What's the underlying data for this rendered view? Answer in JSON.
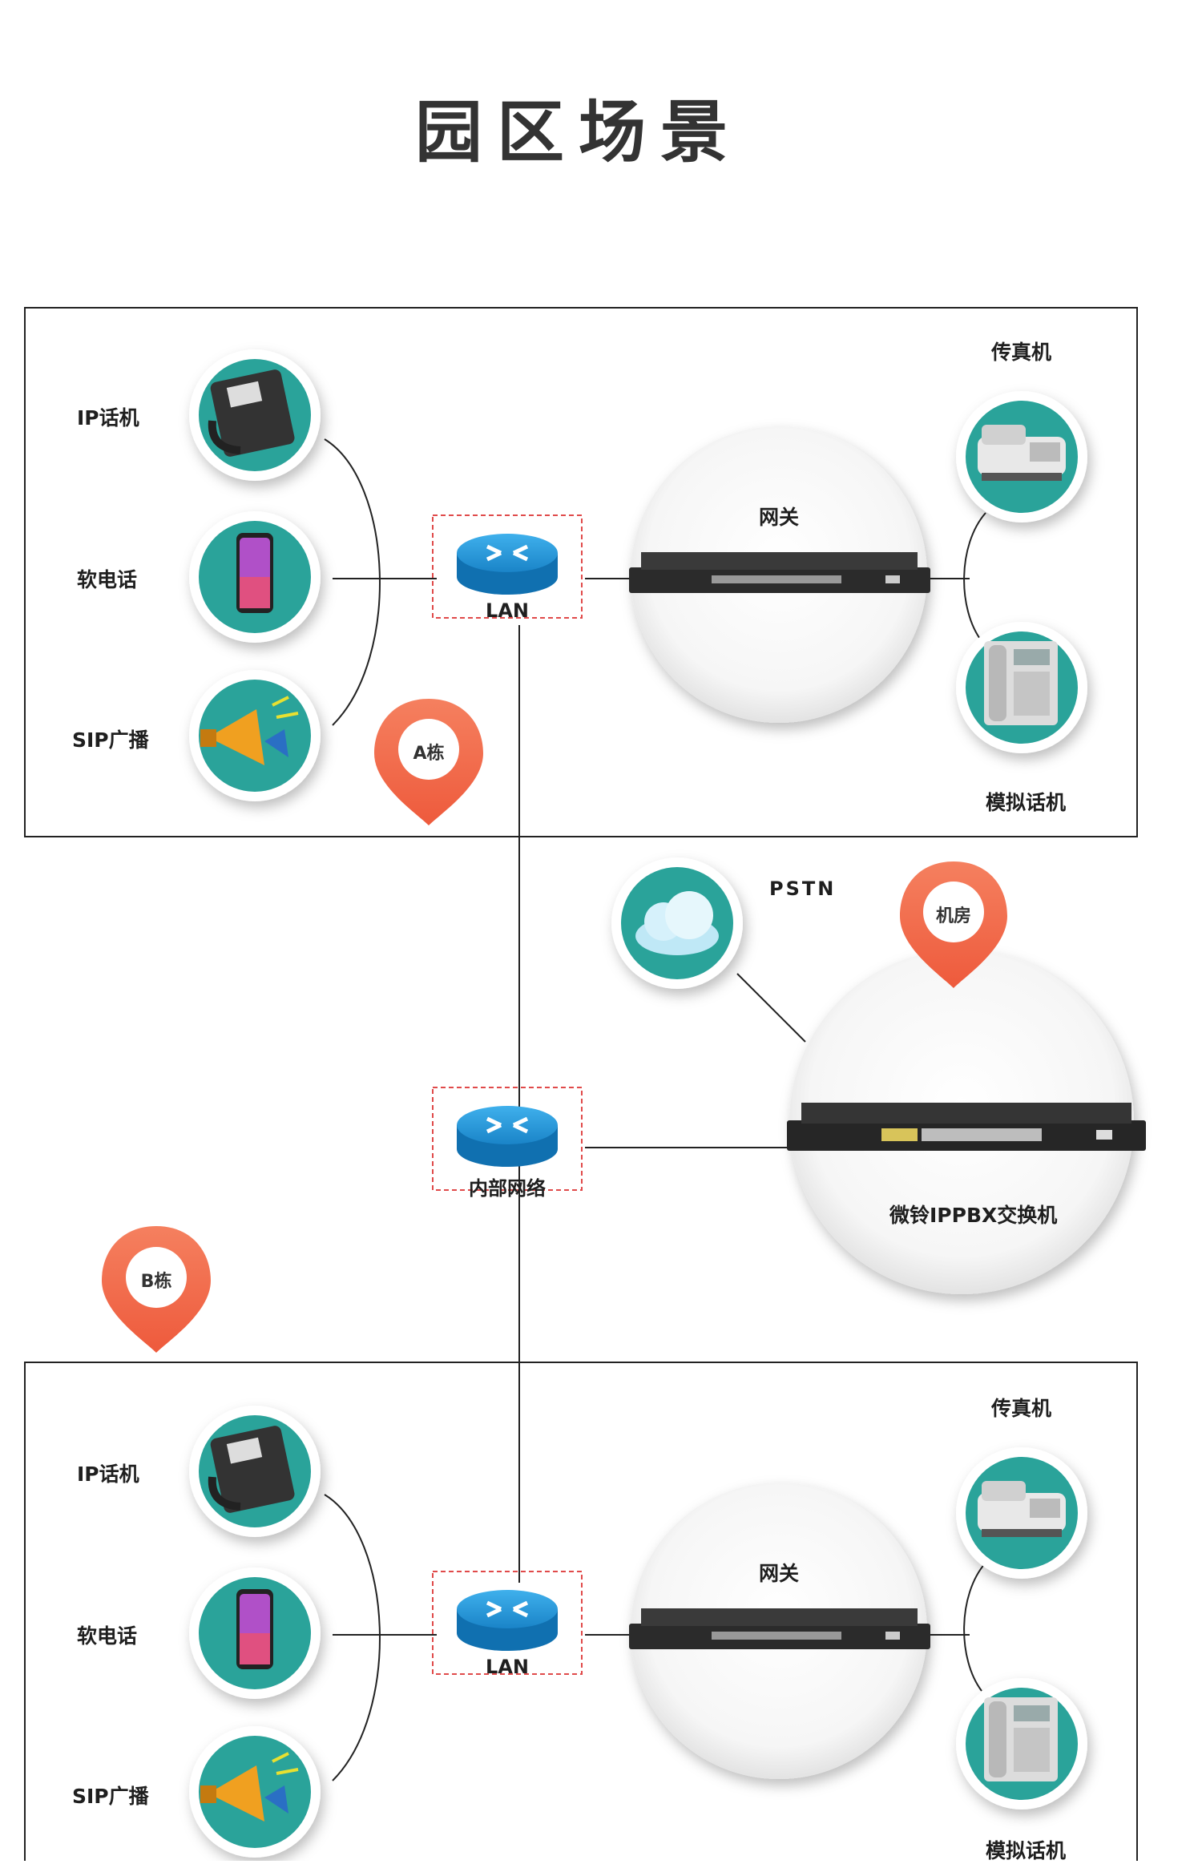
{
  "title": "园区场景",
  "building_a": {
    "pin": "A栋",
    "devices": {
      "ip_phone": "IP话机",
      "soft_phone": "软电话",
      "sip_broadcast": "SIP广播",
      "fax": "传真机",
      "analog_phone": "模拟话机"
    },
    "router": "LAN",
    "gateway": "网关"
  },
  "core": {
    "pstn": "PSTN",
    "room_pin": "机房",
    "internal_router": "内部网络",
    "pbx": "微铃IPPBX交换机"
  },
  "building_b": {
    "pin": "B栋",
    "devices": {
      "ip_phone": "IP话机",
      "soft_phone": "软电话",
      "sip_broadcast": "SIP广播",
      "fax": "传真机",
      "analog_phone": "模拟话机"
    },
    "router": "LAN",
    "gateway": "网关"
  },
  "colors": {
    "teal": "#2aa39a",
    "pin": "#f26d4f",
    "router": "#1c8fd1",
    "router_dark": "#0f6aa6",
    "border": "#222222",
    "dashed": "#e04a4a"
  },
  "icons": [
    "ip-phone-icon",
    "smartphone-icon",
    "megaphone-icon",
    "fax-icon",
    "desk-phone-icon",
    "cloud-icon",
    "router-icon",
    "map-pin-icon"
  ]
}
